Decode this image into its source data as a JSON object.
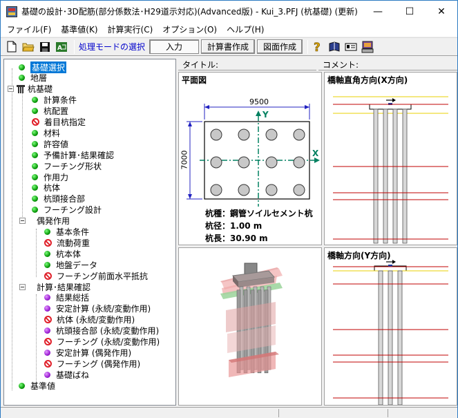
{
  "window": {
    "title": "基礎の設計･3D配筋(部分係数法･H29道示対応)(Advanced版) - Kui_3.PFJ (杭基礎) (更新)",
    "minimize": "—",
    "maximize": "☐",
    "close": "✕"
  },
  "menu": [
    "ファイル(F)",
    "基準値(K)",
    "計算実行(C)",
    "オプション(O)",
    "ヘルプ(H)"
  ],
  "toolbar": {
    "mode_label": "処理モードの選択",
    "input_btn": "入力",
    "report_btn": "計算書作成",
    "drawing_btn": "図面作成",
    "icons": [
      "new-file-icon",
      "open-folder-icon",
      "save-icon",
      "export-icon",
      "help-icon",
      "book-icon",
      "card-icon",
      "computer-icon"
    ]
  },
  "tree": [
    {
      "label": "基礎選択",
      "icon": "green",
      "level": 1,
      "selected": true
    },
    {
      "label": "地層",
      "icon": "green",
      "level": 1
    },
    {
      "label": "杭基礎",
      "icon": "pile",
      "level": 0
    },
    {
      "label": "計算条件",
      "icon": "green",
      "level": 2
    },
    {
      "label": "杭配置",
      "icon": "green",
      "level": 2
    },
    {
      "label": "着目杭指定",
      "icon": "ban",
      "level": 2
    },
    {
      "label": "材料",
      "icon": "green",
      "level": 2
    },
    {
      "label": "許容値",
      "icon": "green",
      "level": 2
    },
    {
      "label": "予備計算･結果確認",
      "icon": "green",
      "level": 2
    },
    {
      "label": "フーチング形状",
      "icon": "green",
      "level": 2
    },
    {
      "label": "作用力",
      "icon": "green",
      "level": 2
    },
    {
      "label": "杭体",
      "icon": "green",
      "level": 2
    },
    {
      "label": "杭頭接合部",
      "icon": "green",
      "level": 2
    },
    {
      "label": "フーチング設計",
      "icon": "green",
      "level": 2
    },
    {
      "label": "偶発作用",
      "icon": "none",
      "level": 2,
      "expander": true
    },
    {
      "label": "基本条件",
      "icon": "green",
      "level": 3
    },
    {
      "label": "流動荷重",
      "icon": "ban",
      "level": 3
    },
    {
      "label": "杭本体",
      "icon": "green",
      "level": 3
    },
    {
      "label": "地盤データ",
      "icon": "green",
      "level": 3
    },
    {
      "label": "フーチング前面水平抵抗",
      "icon": "ban",
      "level": 3
    },
    {
      "label": "計算･結果確認",
      "icon": "none",
      "level": 2,
      "expander": true
    },
    {
      "label": "結果総括",
      "icon": "purple",
      "level": 3
    },
    {
      "label": "安定計算 (永続/変動作用)",
      "icon": "purple",
      "level": 3
    },
    {
      "label": "杭体 (永続/変動作用)",
      "icon": "ban",
      "level": 3
    },
    {
      "label": "杭頭接合部 (永続/変動作用)",
      "icon": "purple",
      "level": 3
    },
    {
      "label": "フーチング (永続/変動作用)",
      "icon": "ban",
      "level": 3
    },
    {
      "label": "安定計算 (偶発作用)",
      "icon": "purple",
      "level": 3
    },
    {
      "label": "フーチング (偶発作用)",
      "icon": "ban",
      "level": 3
    },
    {
      "label": "基礎ばね",
      "icon": "purple",
      "level": 3
    },
    {
      "label": "基準値",
      "icon": "green",
      "level": 1
    }
  ],
  "fields": {
    "title_label": "タイトル:",
    "comment_label": "コメント:"
  },
  "plan": {
    "heading": "平面図",
    "width_dim": "9500",
    "height_dim": "7000",
    "y_axis": "Y",
    "x_axis": "X",
    "pile_type": "杭種：鋼管ソイルセメント杭",
    "pile_diameter": "杭径：1.00 m",
    "pile_length": "杭長：30.90 m"
  },
  "side_x": {
    "heading": "橋軸直角方向(X方向)"
  },
  "side_y": {
    "heading": "橋軸方向(Y方向)"
  },
  "colors": {
    "accent": "#0078d7",
    "dim_blue": "#2020c0",
    "axis_green": "#008060",
    "layer_red": "#c00000",
    "layer_yellow": "#e8d000"
  }
}
